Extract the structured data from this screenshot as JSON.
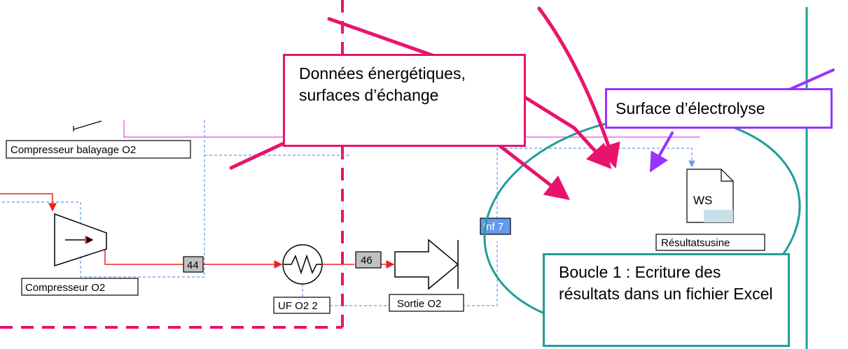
{
  "blocks": {
    "compresseur_balayage": "Compresseur balayage O2",
    "compresseur_o2": "Compresseur O2",
    "uf_o2_2": "UF O2 2",
    "sortie_o2": "Sortie O2",
    "resultats": "Résultatsusine",
    "inf7": "Inf 7",
    "ws_icon": "WS"
  },
  "streams": {
    "s44": "44",
    "s46": "46"
  },
  "callouts": {
    "energy": "Données énergétiques, surfaces d’échange",
    "surface": "Surface d’électrolyse",
    "loop": "Boucle 1 :  Ecriture des résultats dans un fichier Excel"
  },
  "colors": {
    "pink": "#e8146c",
    "purple": "#9933ff",
    "teal": "#1f9e98",
    "flow_red": "#ee2222",
    "info_blue": "#6699ee",
    "magenta": "#ee44ee"
  }
}
